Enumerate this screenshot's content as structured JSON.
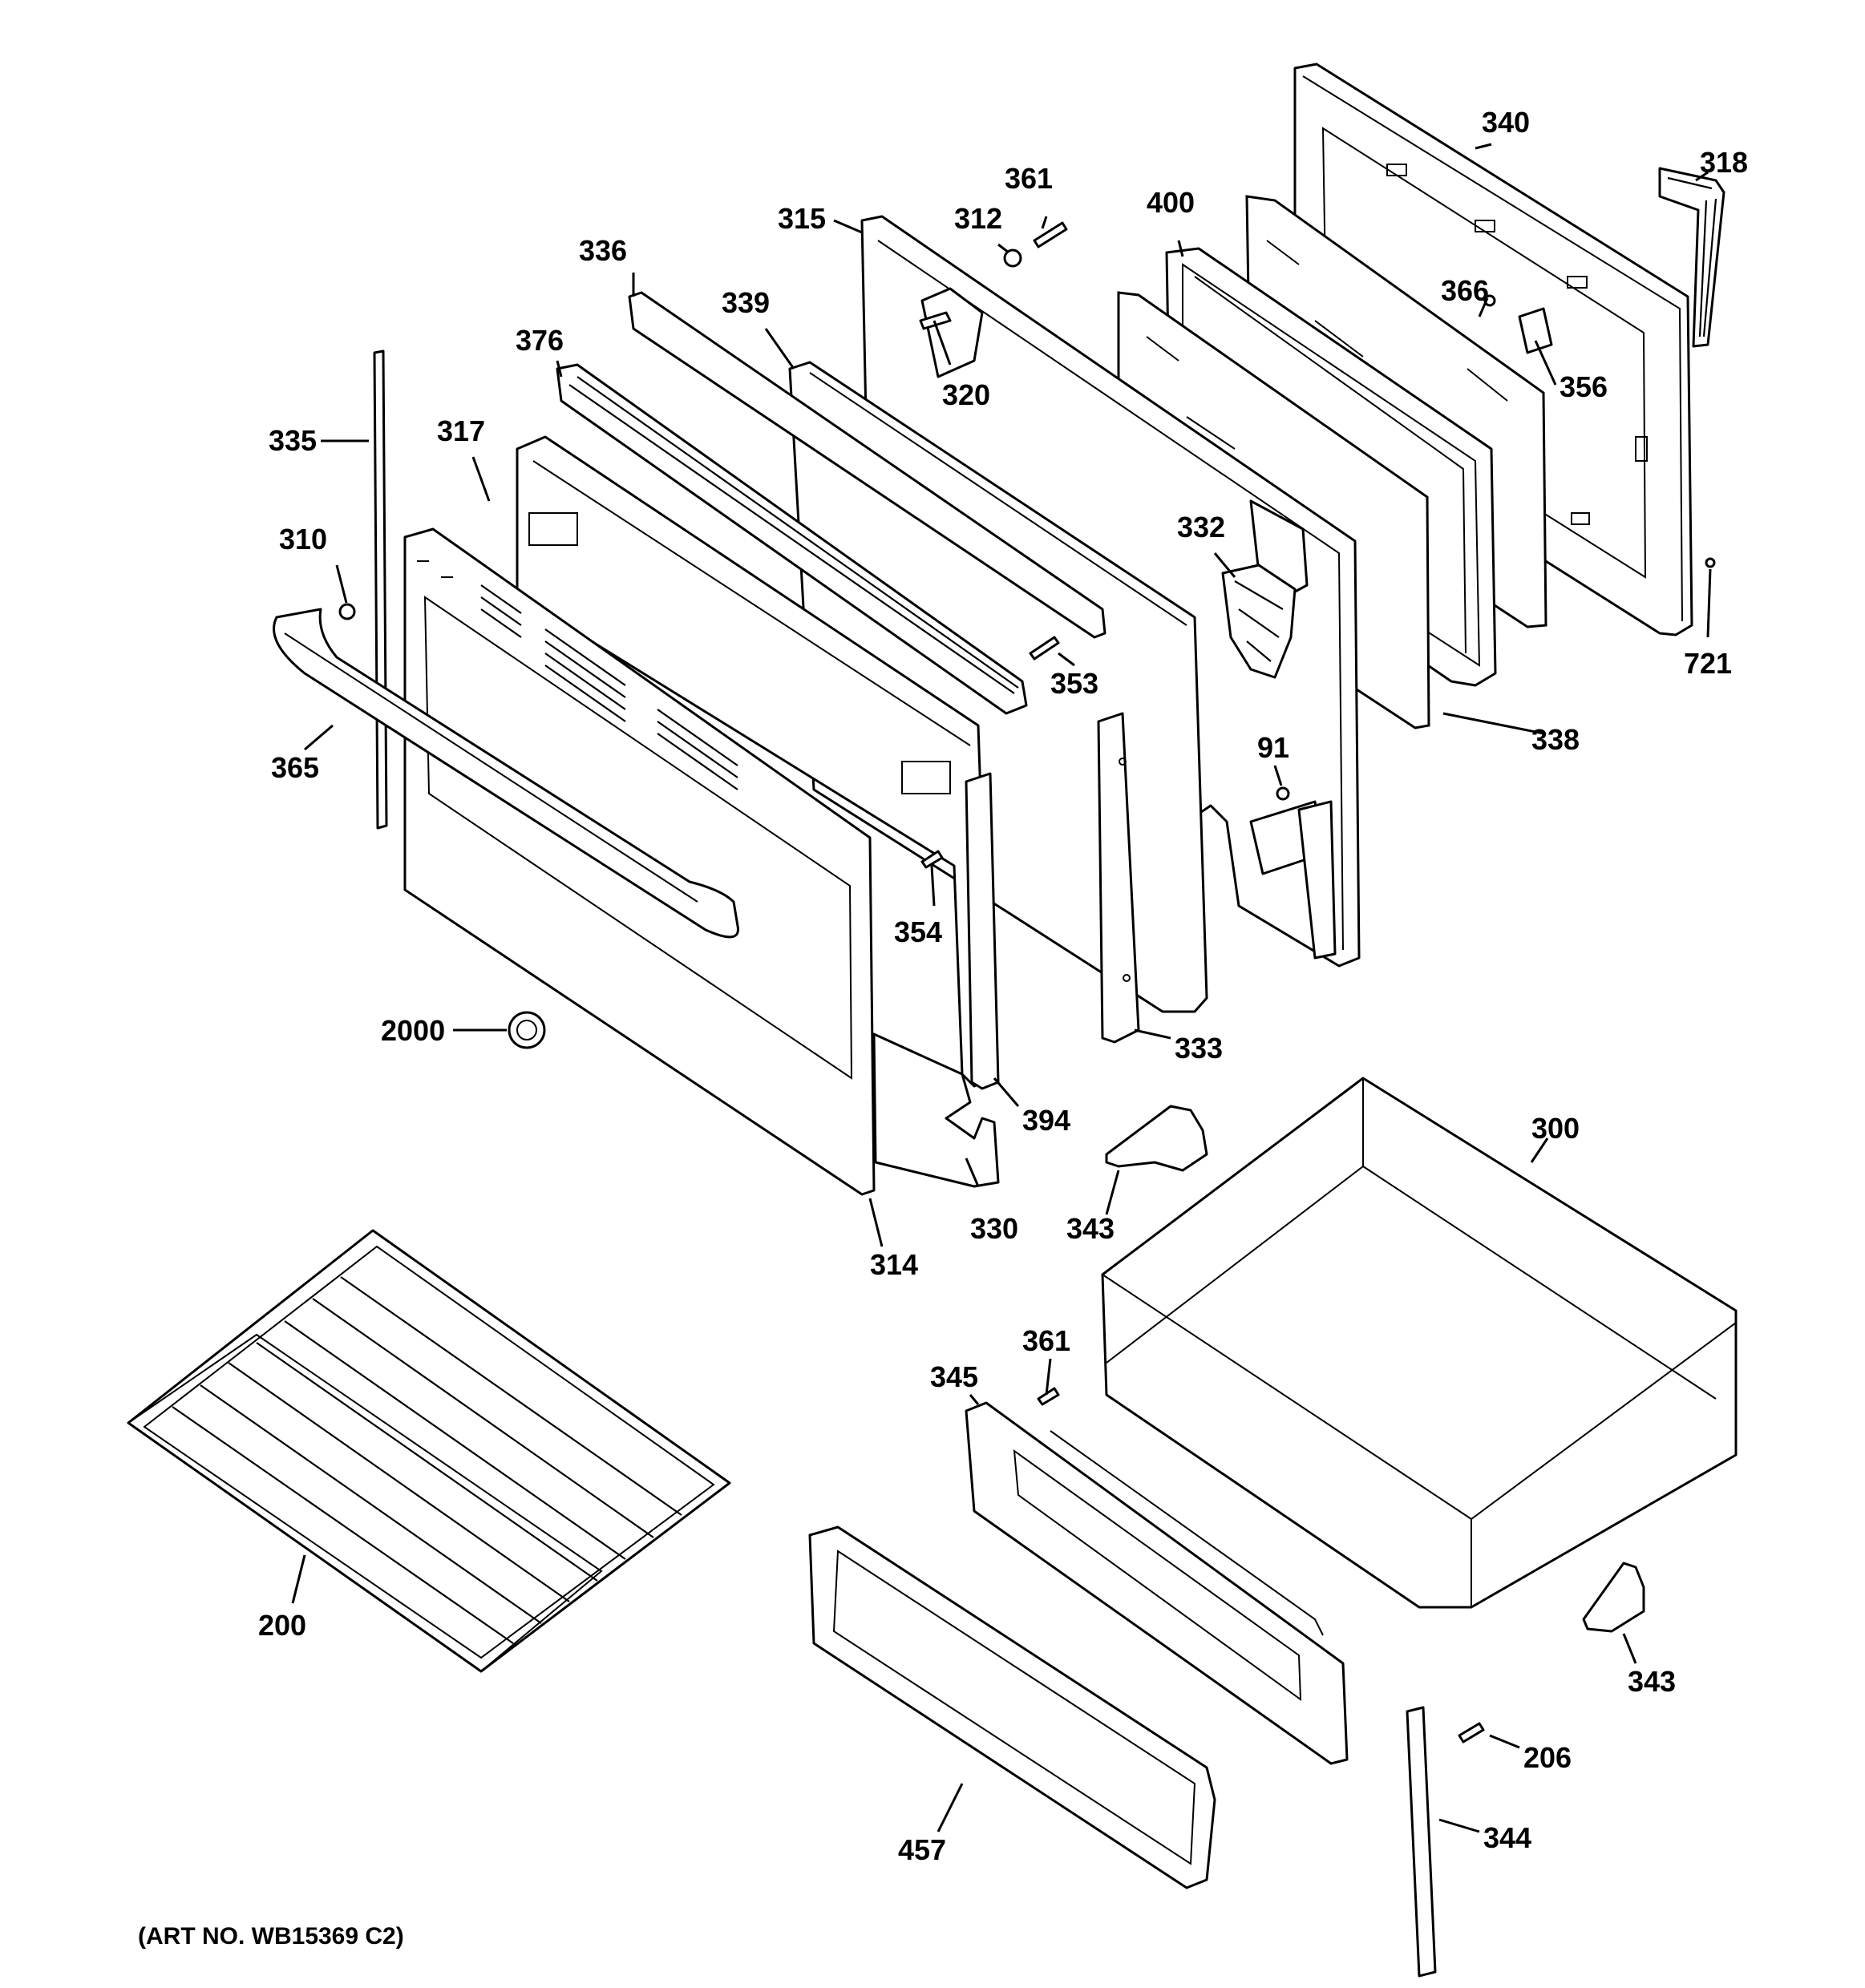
{
  "art_number": "(ART NO. WB15369 C2)",
  "callouts": [
    "340",
    "318",
    "361",
    "312",
    "315",
    "400",
    "336",
    "339",
    "366",
    "356",
    "376",
    "320",
    "335",
    "317",
    "310",
    "332",
    "721",
    "353",
    "338",
    "365",
    "91",
    "354",
    "2000",
    "333",
    "394",
    "300",
    "343",
    "330",
    "314",
    "361",
    "345",
    "200",
    "343",
    "206",
    "457",
    "344"
  ]
}
